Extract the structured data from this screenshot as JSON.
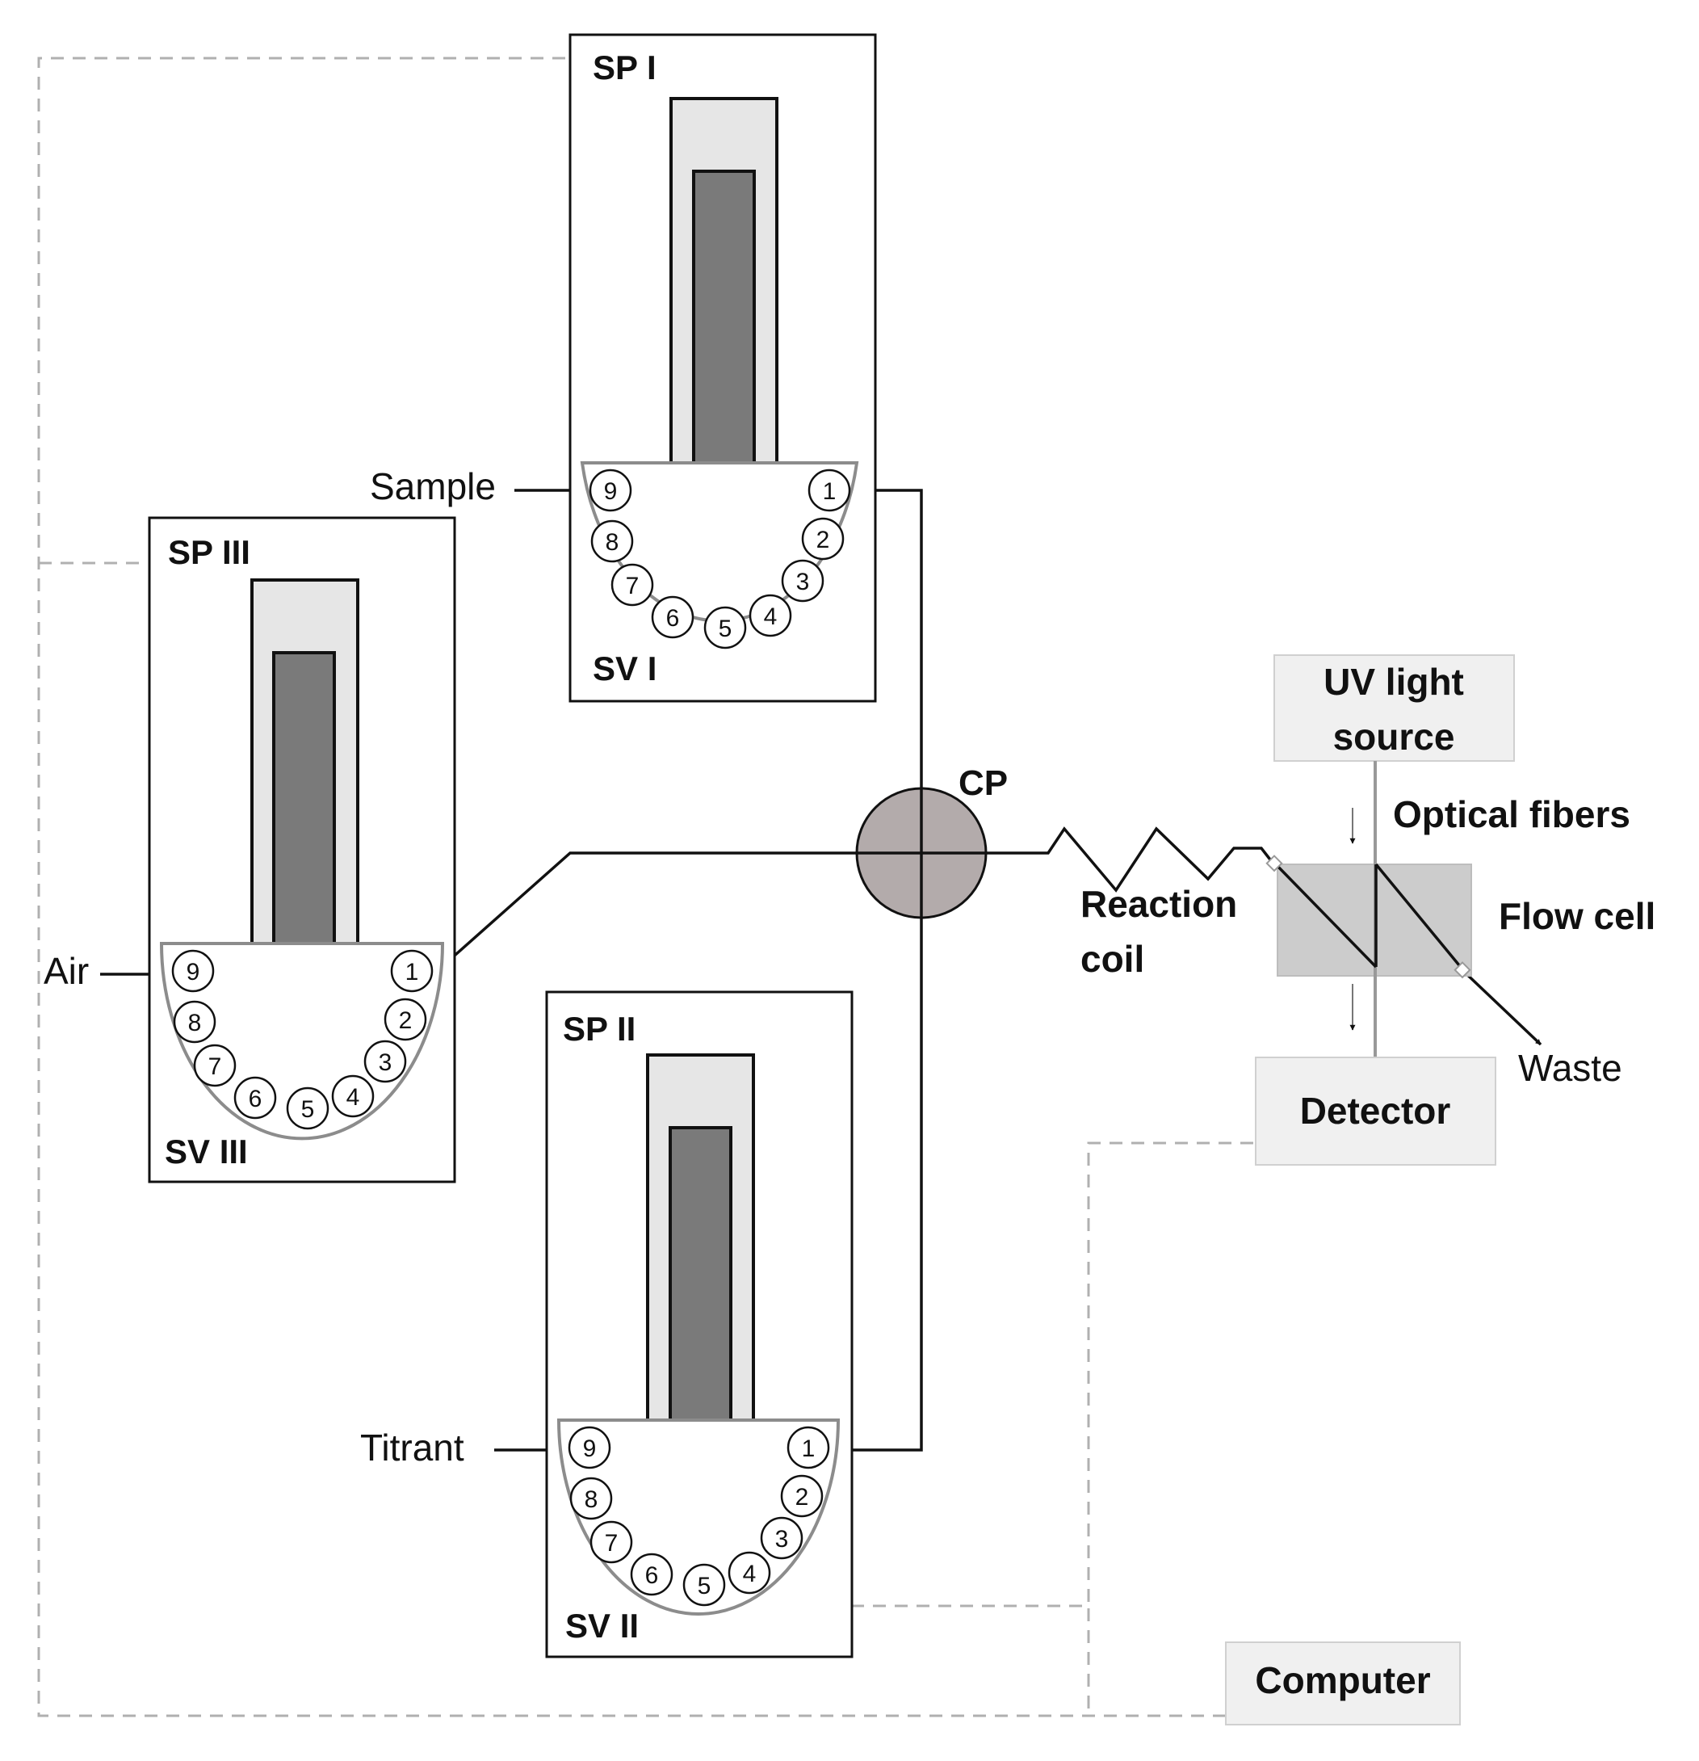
{
  "pumps": {
    "sp1": {
      "pump_label": "SP I",
      "valve_label": "SV I"
    },
    "sp2": {
      "pump_label": "SP II",
      "valve_label": "SV II"
    },
    "sp3": {
      "pump_label": "SP III",
      "valve_label": "SV III"
    }
  },
  "port_numbers": [
    "1",
    "2",
    "3",
    "4",
    "5",
    "6",
    "7",
    "8",
    "9"
  ],
  "inlets": {
    "sample": "Sample",
    "air": "Air",
    "titrant": "Titrant"
  },
  "confluence": {
    "label": "CP"
  },
  "reaction_coil": {
    "line1": "Reaction",
    "line2": "coil"
  },
  "uv_source": {
    "line1": "UV light",
    "line2": "source"
  },
  "optical_fibers": {
    "label": "Optical fibers"
  },
  "flow_cell": {
    "label": "Flow cell"
  },
  "detector": {
    "label": "Detector"
  },
  "waste": {
    "label": "Waste"
  },
  "computer": {
    "label": "Computer"
  },
  "colors": {
    "barrel": "#e6e6e6",
    "plunger": "#7a7a7a",
    "valve_outline": "#8c8c8c",
    "confluence_point": "#b3abab",
    "flow_cell": "#cccccc",
    "device_box": "#f0f0f0",
    "control_line": "#b0b0b0"
  }
}
